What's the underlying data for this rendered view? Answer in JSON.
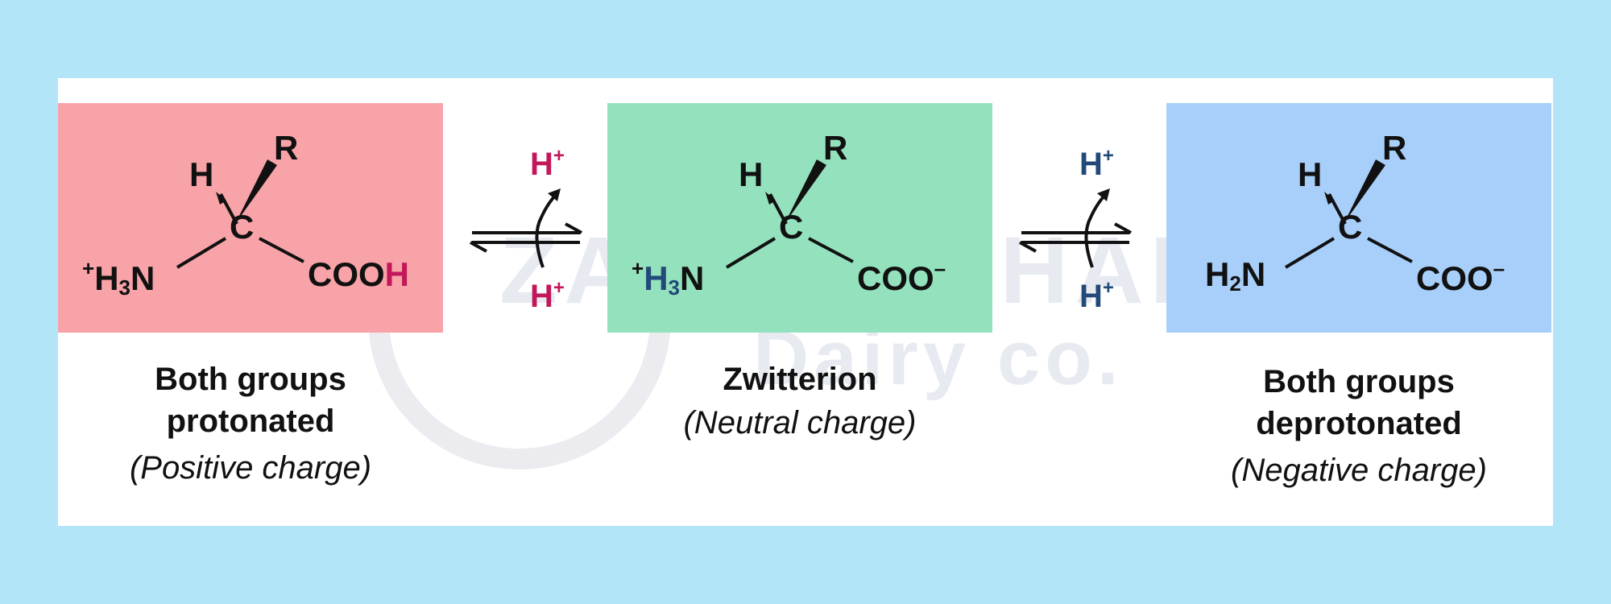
{
  "watermark": {
    "title": "ZARRIN SHAD",
    "subtitle": "Dairy co."
  },
  "colors": {
    "background": "#b3e5f8",
    "protonated_box": "#f8a3a8",
    "zwitterion_box": "#93e2bd",
    "deprotonated_box": "#a8cffa",
    "proton_pink": "#c2185b",
    "proton_navy": "#23497a"
  },
  "molecules": [
    {
      "substituent": "R",
      "hydrogen": "H",
      "carbon": "C",
      "amine_plus": "+",
      "amine_h": "H",
      "amine_sub": "3",
      "amine_n": "N",
      "carboxyl": "COO",
      "carboxyl_end": "H"
    },
    {
      "substituent": "R",
      "hydrogen": "H",
      "carbon": "C",
      "amine_plus": "+",
      "amine_h": "H",
      "amine_sub": "3",
      "amine_n": "N",
      "carboxyl": "COO",
      "carboxyl_end": "–"
    },
    {
      "substituent": "R",
      "hydrogen": "H",
      "carbon": "C",
      "amine_h": "H",
      "amine_sub": "2",
      "amine_n": "N",
      "carboxyl": "COO",
      "carboxyl_end": "–"
    }
  ],
  "equilibria": [
    {
      "top": "H",
      "top_charge": "+",
      "bottom": "H",
      "bottom_charge": "+"
    },
    {
      "top": "H",
      "top_charge": "+",
      "bottom": "H",
      "bottom_charge": "+"
    }
  ],
  "labels": [
    {
      "line1": "Both groups",
      "line2": "protonated",
      "note": "(Positive charge)"
    },
    {
      "line1": "Zwitterion",
      "note": "(Neutral charge)"
    },
    {
      "line1": "Both groups",
      "line2": "deprotonated",
      "note": "(Negative charge)"
    }
  ]
}
